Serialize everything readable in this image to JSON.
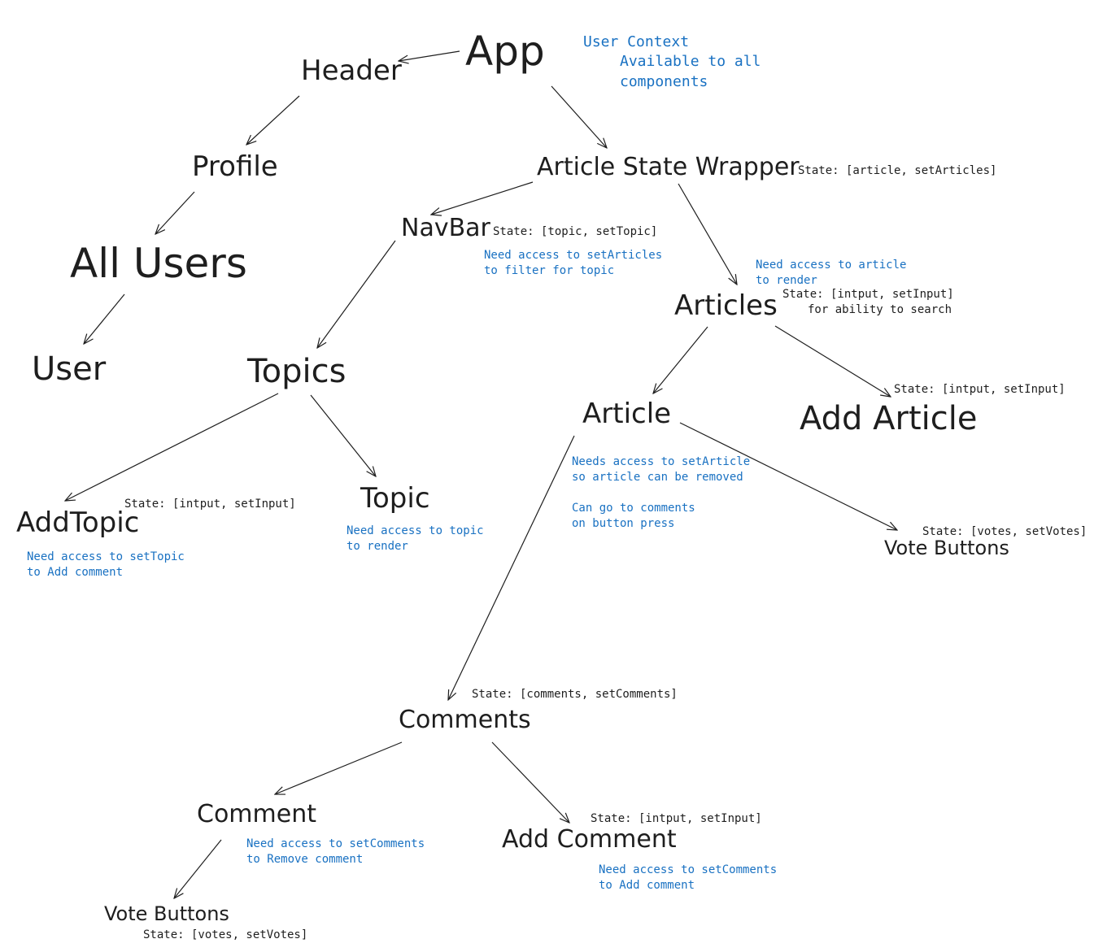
{
  "nodes": {
    "app": "App",
    "header": "Header",
    "profile": "Profile",
    "all_users": "All Users",
    "user": "User",
    "article_state_wrapper": "Article State Wrapper",
    "navbar": "NavBar",
    "topics": "Topics",
    "add_topic": "AddTopic",
    "topic": "Topic",
    "articles": "Articles",
    "article": "Article",
    "add_article": "Add Article",
    "vote_buttons_article": "Vote Buttons",
    "comments": "Comments",
    "comment": "Comment",
    "add_comment": "Add Comment",
    "vote_buttons_comment": "Vote Buttons"
  },
  "notes": {
    "user_context_1": "User Context",
    "user_context_2": "Available to all",
    "user_context_3": "components",
    "navbar_1": "Need access to setArticles",
    "navbar_2": "to filter for topic",
    "articles_1": "Need access to article",
    "articles_2": "to render",
    "add_topic_1": "Need access to setTopic",
    "add_topic_2": "to Add comment",
    "topic_1": "Need access to topic",
    "topic_2": "to render",
    "article_1": "Needs access to setArticle",
    "article_2": "so article can be removed",
    "article_3": "Can go to comments",
    "article_4": "on button press",
    "comment_1": "Need access to setComments",
    "comment_2": "to Remove comment",
    "add_comment_1": "Need access to setComments",
    "add_comment_2": "to Add comment"
  },
  "states": {
    "article_state_wrapper": "State: [article, setArticles]",
    "navbar": "State: [topic, setTopic]",
    "articles_1": "State: [intput, setInput]",
    "articles_2": "for ability to search",
    "add_article": "State: [intput, setInput]",
    "add_topic": "State: [intput, setInput]",
    "vote_buttons_article": "State: [votes, setVotes]",
    "comments": "State: [comments, setComments]",
    "add_comment": "State: [intput, setInput]",
    "vote_buttons_comment": "State: [votes, setVotes]"
  },
  "colors": {
    "text": "#1e1e1e",
    "note": "#1971c2",
    "background": "#ffffff"
  }
}
